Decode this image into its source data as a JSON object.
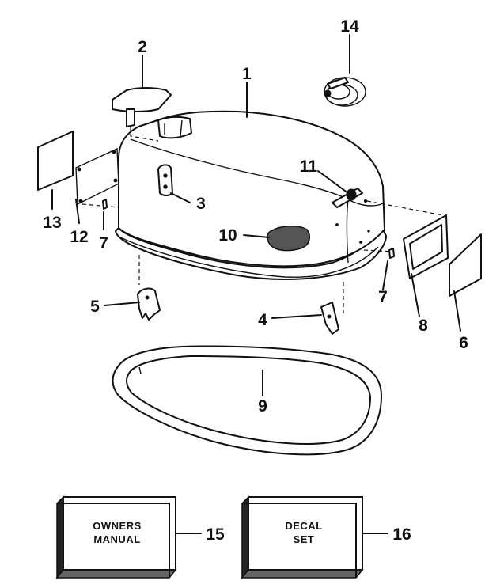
{
  "callouts": {
    "c1": "1",
    "c2": "2",
    "c3": "3",
    "c4": "4",
    "c5": "5",
    "c6": "6",
    "c7a": "7",
    "c7b": "7",
    "c8": "8",
    "c9": "9",
    "c10": "10",
    "c11": "11",
    "c12": "12",
    "c13": "13",
    "c14": "14",
    "c15": "15",
    "c16": "16"
  },
  "boxes": {
    "owners_manual": {
      "line1": "OWNERS",
      "line2": "MANUAL"
    },
    "decal_set": {
      "line1": "DECAL",
      "line2": "SET"
    }
  }
}
